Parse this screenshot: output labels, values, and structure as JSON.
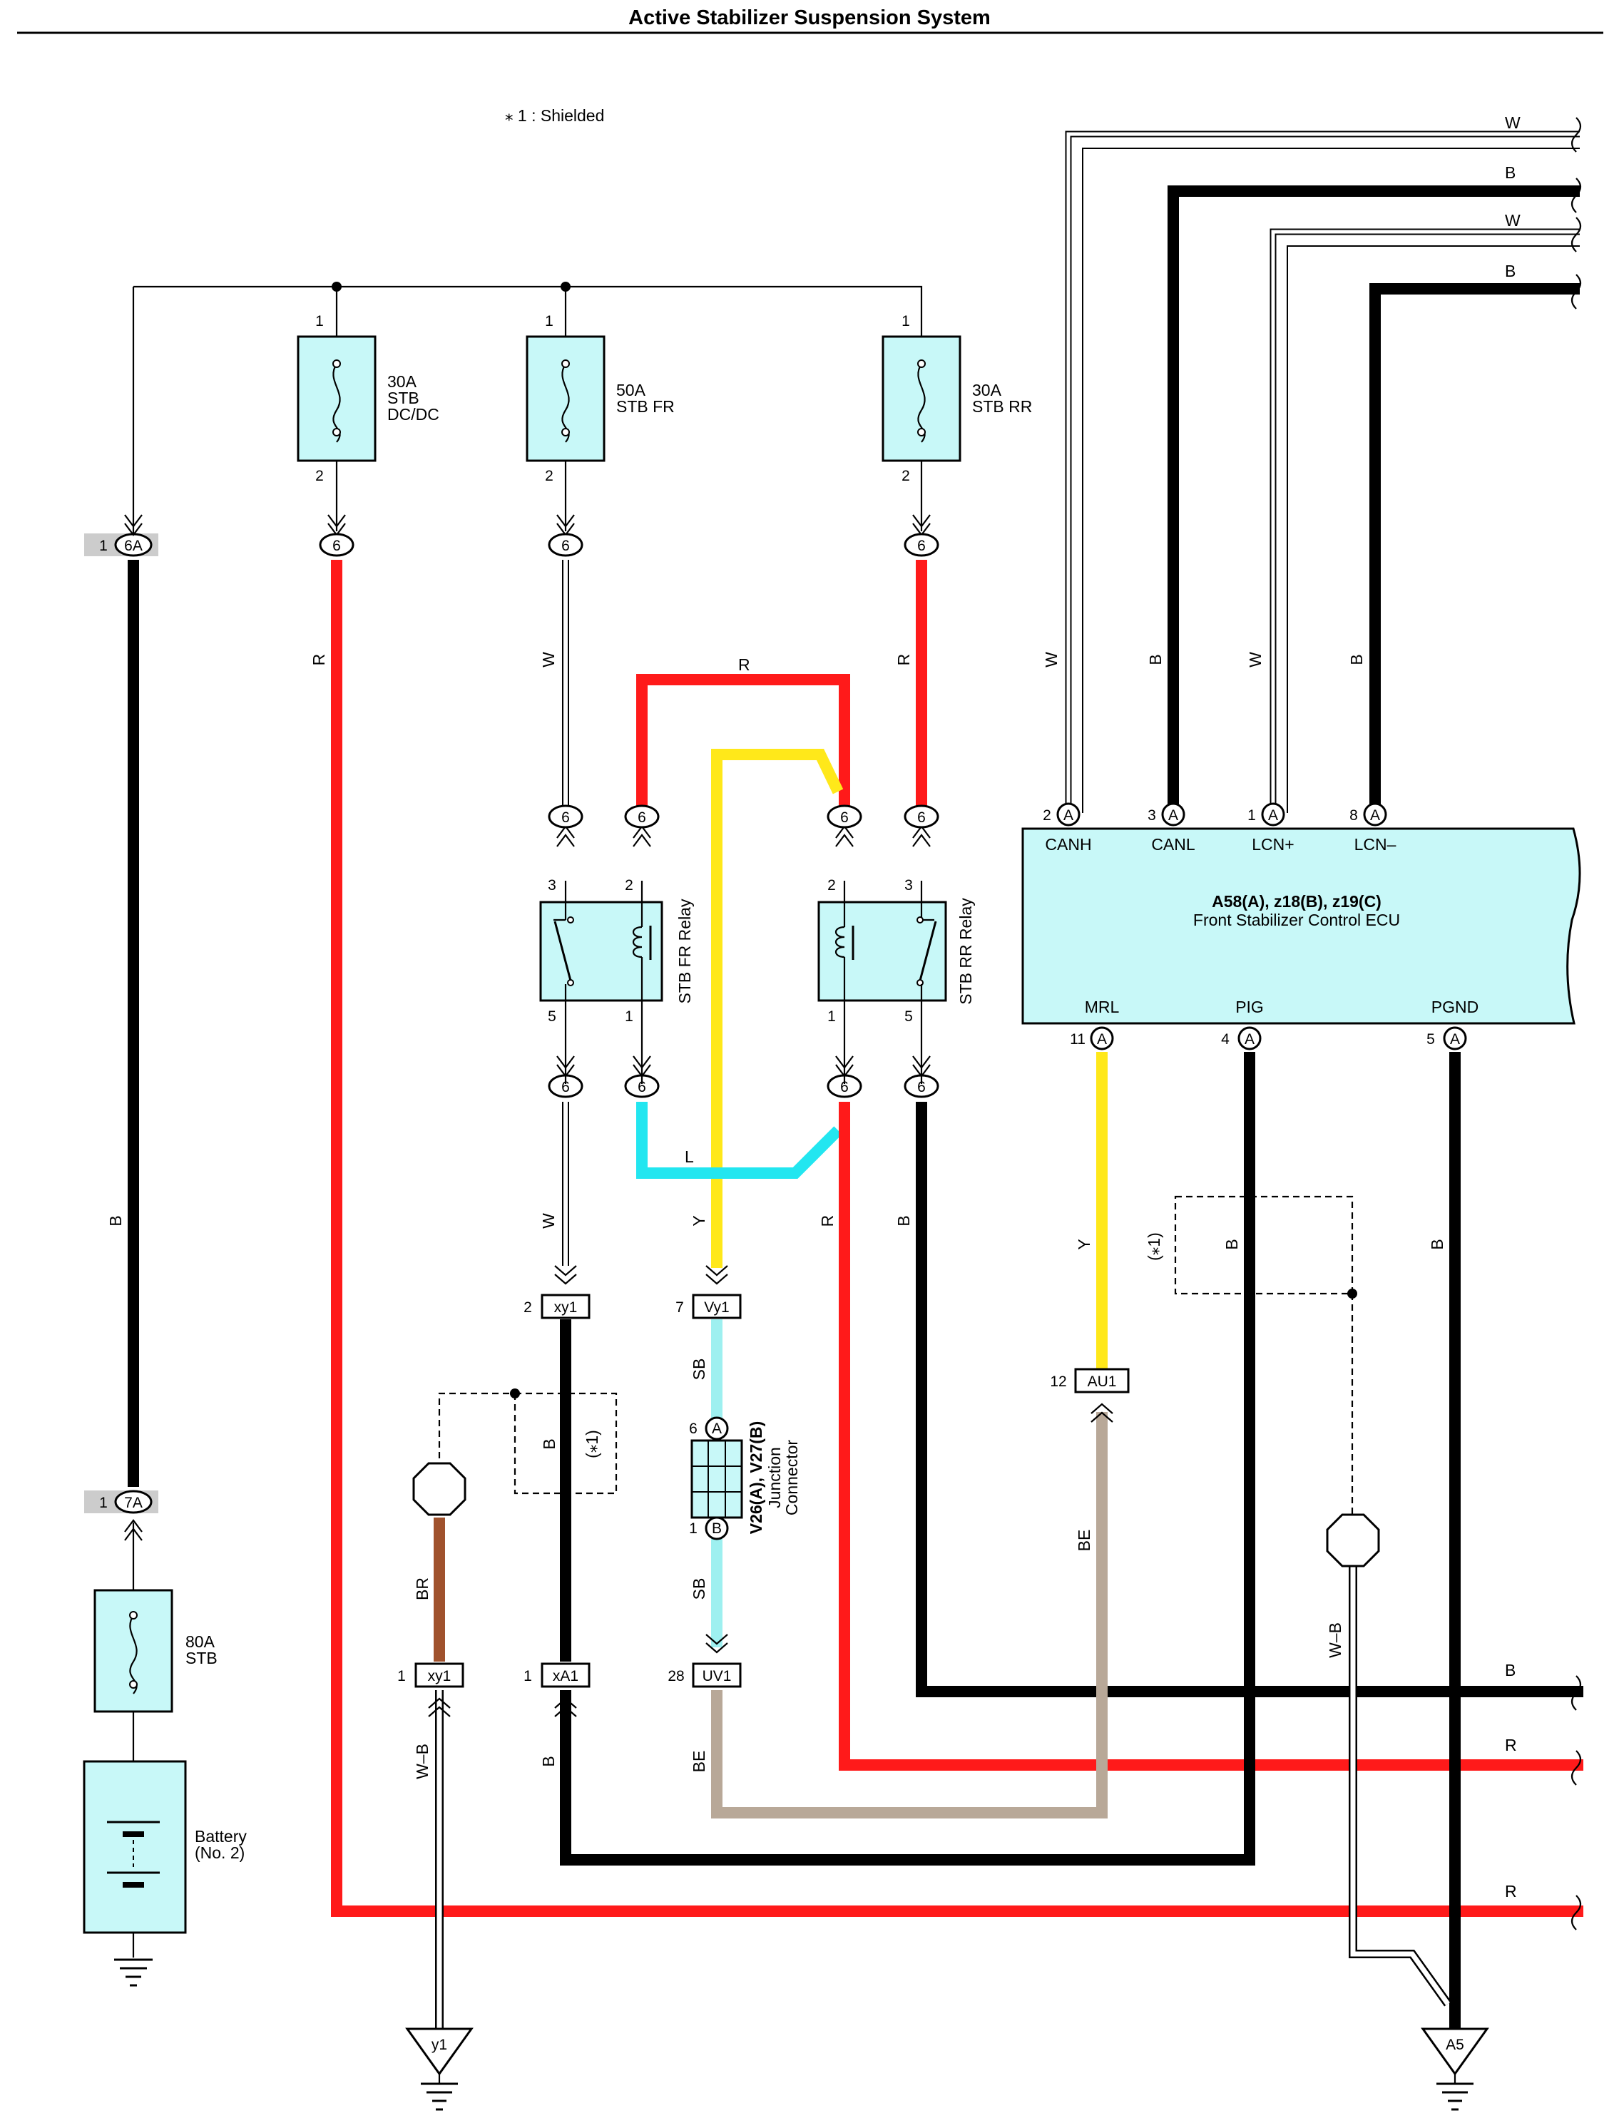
{
  "title": "Active Stabilizer Suspension System",
  "note": "⁎ 1 : Shielded",
  "colors": {
    "R": "#ff1a1a",
    "B": "#000000",
    "W": "#ffffff",
    "Y": "#ffe81a",
    "L": "#22e6f0",
    "SB": "#9ef0f0",
    "BE": "#b8a898",
    "BR": "#a0522d",
    "component_fill": "#c8f8f8",
    "tab_fill": "#cccccc"
  },
  "fuses": [
    {
      "amp": "30A",
      "name1": "STB",
      "name2": "DC/DC",
      "pin_in": "1",
      "pin_out": "2",
      "conn": "6"
    },
    {
      "amp": "50A",
      "name1": "STB FR",
      "name2": "",
      "pin_in": "1",
      "pin_out": "2",
      "conn": "6"
    },
    {
      "amp": "30A",
      "name1": "STB RR",
      "name2": "",
      "pin_in": "1",
      "pin_out": "2",
      "conn": "6"
    },
    {
      "amp": "80A",
      "name1": "STB",
      "name2": "",
      "pin_in": "",
      "pin_out": "",
      "conn": ""
    }
  ],
  "battery": {
    "line1": "Battery",
    "line2": "(No. 2)"
  },
  "connectors": {
    "c6a": "6A",
    "c7a": "7A",
    "c6a_pin": "1",
    "c7a_pin": "1",
    "j6": "6",
    "xy1": "xy1",
    "vy1": "Vy1",
    "xa1": "xA1",
    "uv1": "UV1",
    "au1": "AU1",
    "xy1_top_pin": "2",
    "vy1_pin": "7",
    "xy1_bot_pin": "1",
    "xa1_pin": "1",
    "uv1_pin": "28",
    "au1_pin": "12"
  },
  "relays": [
    {
      "name": "STB FR Relay",
      "pins": [
        "3",
        "2",
        "5",
        "1"
      ]
    },
    {
      "name": "STB RR Relay",
      "pins": [
        "2",
        "3",
        "1",
        "5"
      ]
    }
  ],
  "ecu": {
    "line1": "A58(A), z18(B), z19(C)",
    "line2": "Front Stabilizer Control ECU",
    "top_pins": [
      {
        "num": "2",
        "conn": "A",
        "name": "CANH"
      },
      {
        "num": "3",
        "conn": "A",
        "name": "CANL"
      },
      {
        "num": "1",
        "conn": "A",
        "name": "LCN+"
      },
      {
        "num": "8",
        "conn": "A",
        "name": "LCN–"
      }
    ],
    "bottom_pins": [
      {
        "num": "11",
        "conn": "A",
        "name": "MRL"
      },
      {
        "num": "4",
        "conn": "A",
        "name": "PIG"
      },
      {
        "num": "5",
        "conn": "A",
        "name": "PGND"
      }
    ]
  },
  "junction": {
    "line1": "V26(A), V27(B)",
    "line2": "Junction",
    "line3": "Connector",
    "pin_a": "6",
    "conn_a": "A",
    "pin_b": "1",
    "conn_b": "B"
  },
  "grounds": {
    "left": "y1",
    "right": "A5"
  },
  "shield_label": "(⁎1)",
  "wire_labels": {
    "W": "W",
    "B": "B",
    "R": "R",
    "Y": "Y",
    "L": "L",
    "SB": "SB",
    "BE": "BE",
    "BR": "BR",
    "WB": "W–B"
  }
}
